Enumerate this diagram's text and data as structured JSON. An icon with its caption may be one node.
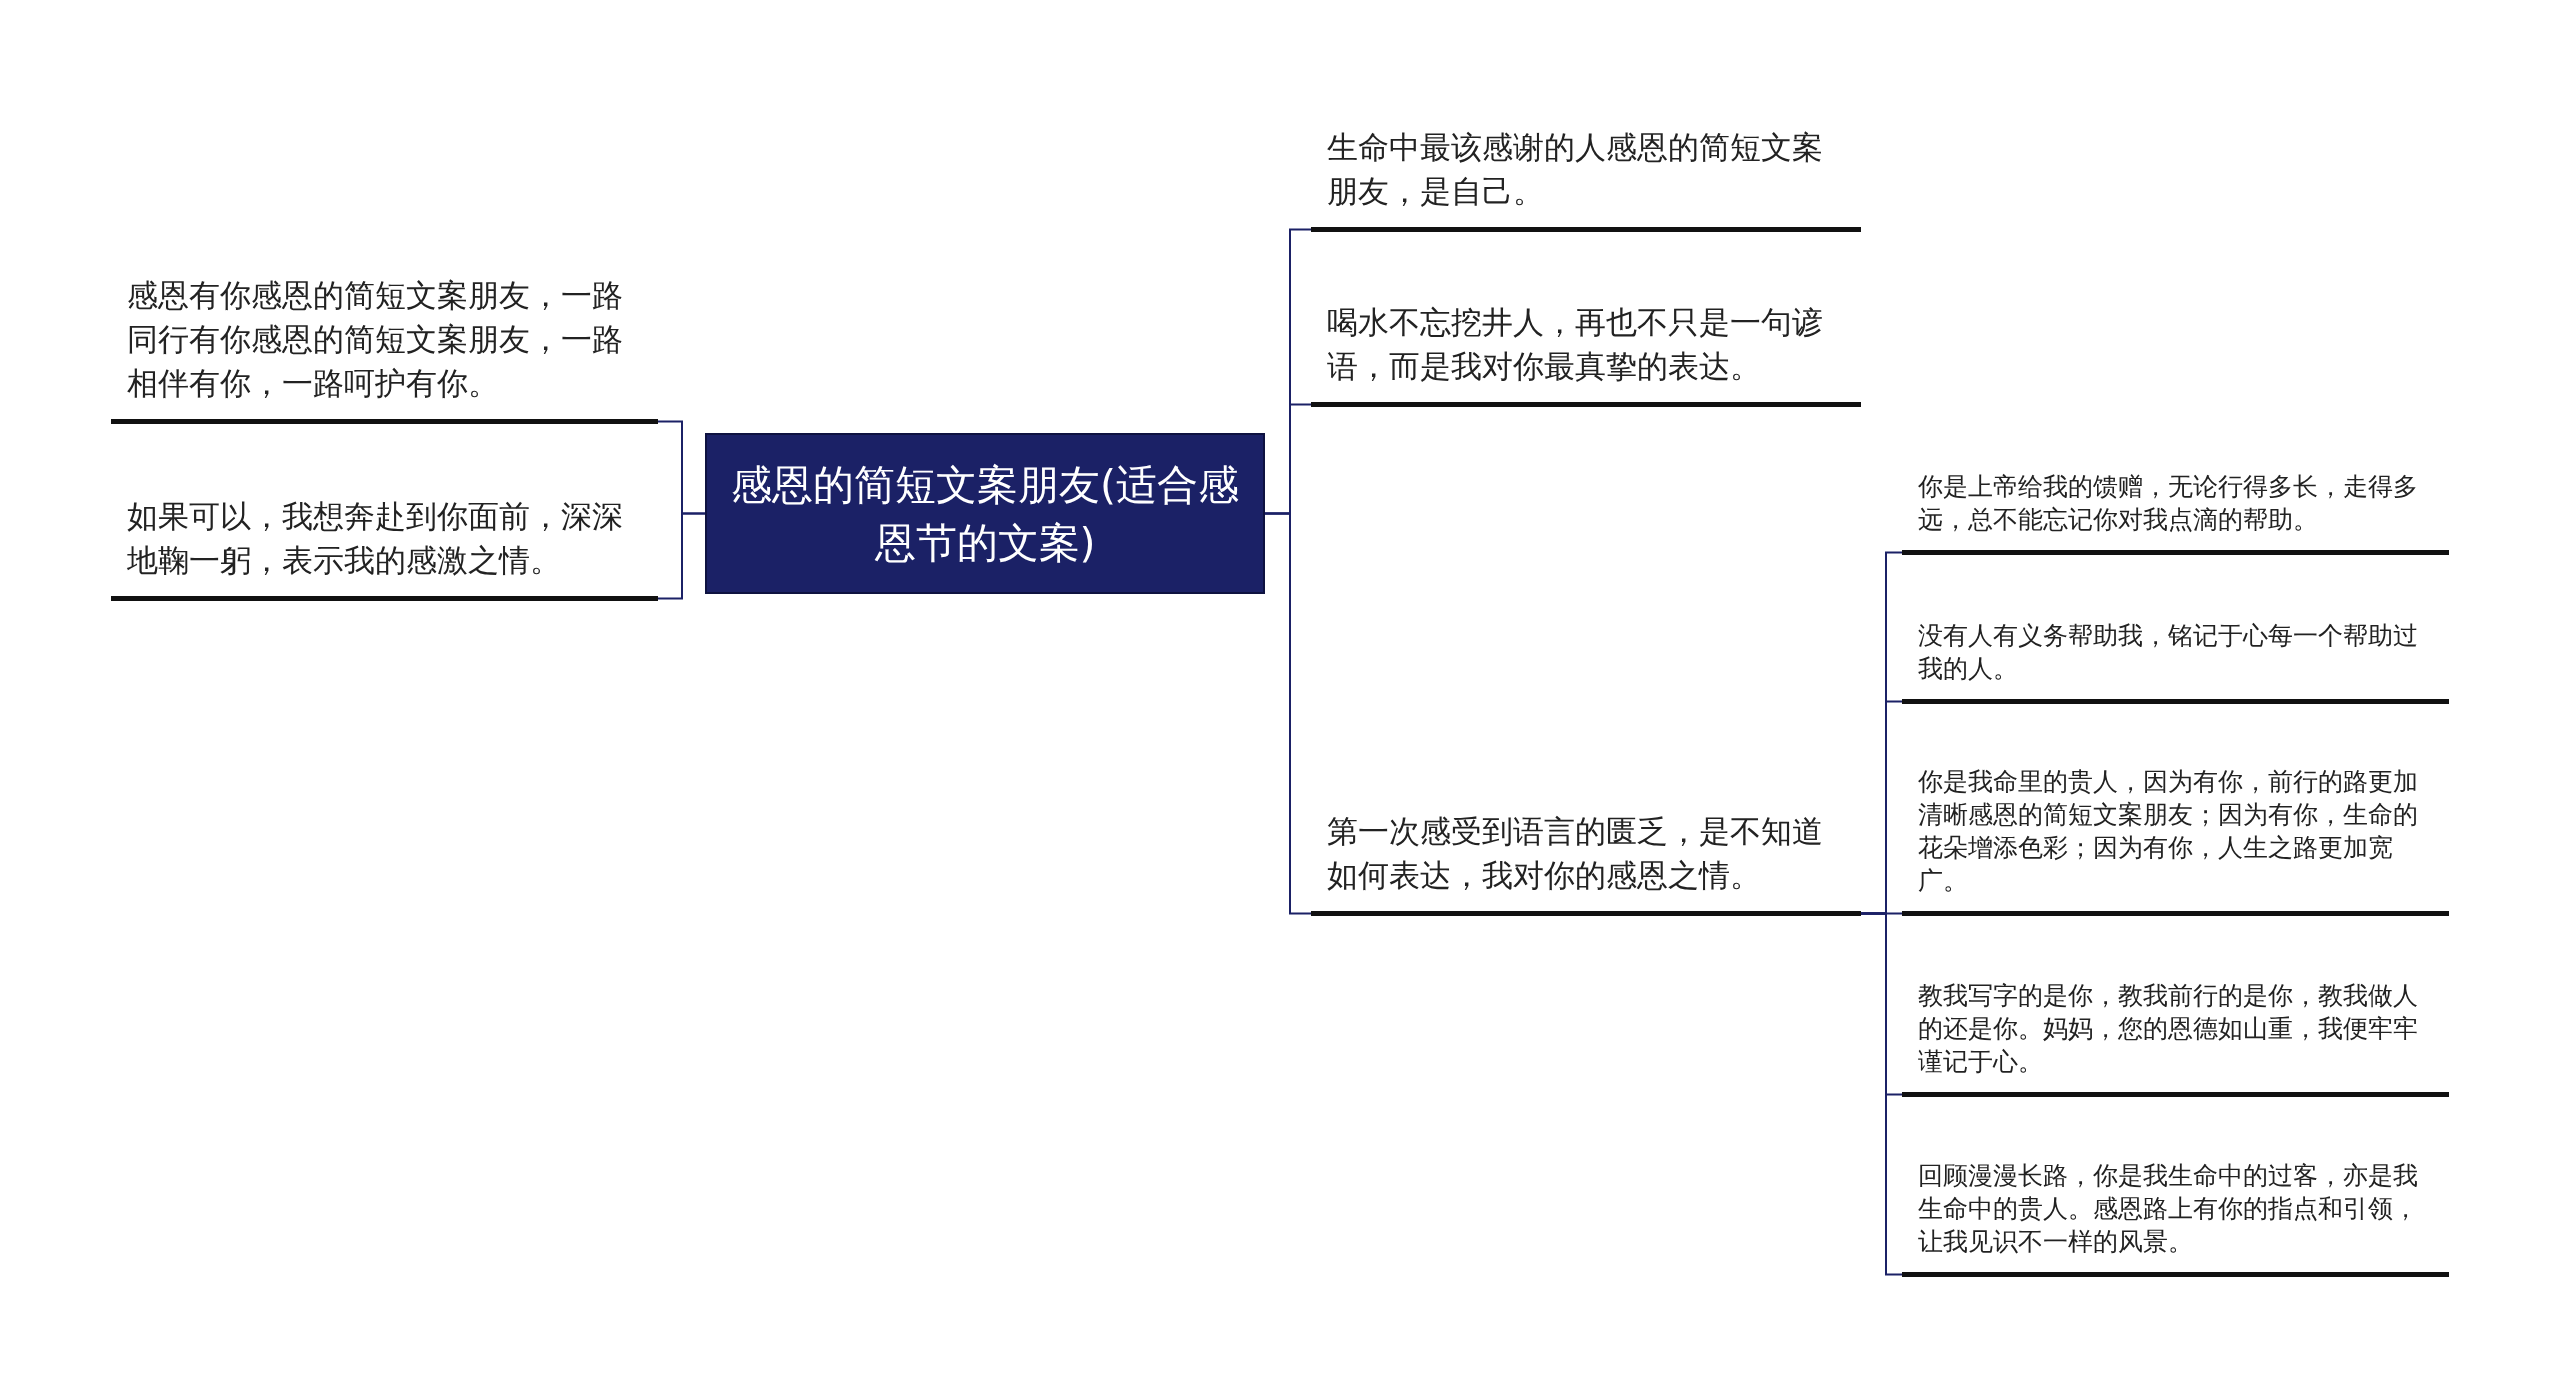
{
  "diagram": {
    "nodes": [
      {
        "text": [
          "感恩的简短文案朋友(适合感恩节的文案)"
        ]
      },
      {
        "text": [
          "感恩有你感恩的简短文案朋友，一路同行有你感恩的简短文案朋友，一路相伴有你，一路呵护有你。"
        ]
      },
      {
        "text": [
          "如果可以，我想奔赴到你面前，深深地鞠一躬，表示我的感激之情。"
        ]
      },
      {
        "text": [
          "生命中最该感谢的人感恩的简短文案朋友，是自己。"
        ]
      },
      {
        "text": [
          "喝水不忘挖井人，再也不只是一句谚语，而是我对你最真挚的表达。"
        ]
      },
      {
        "text": [
          "第一次感受到语言的匮乏，是不知道如何表达，我对你的感恩之情。"
        ]
      },
      {
        "text": [
          "你是上帝给我的馈赠，无论行得多长，走得多远，总不能忘记你对我点滴的帮助。"
        ]
      },
      {
        "text": [
          "没有人有义务帮助我，铭记于心每一个帮助过我的人。"
        ]
      },
      {
        "text": [
          "你是我命里的贵人，因为有你，前行的路更加清晰感恩的简短文案朋友；因为有你，生命的花朵增添色彩；因为有你，人生之路更加宽广。"
        ]
      },
      {
        "text": [
          "教我写字的是你，教我前行的是你，教我做人的还是你。妈妈，您的恩德如山重，我便牢牢谨记于心。"
        ]
      },
      {
        "text": [
          "回顾漫漫长路，你是我生命中的过客，亦是我生命中的贵人。感恩路上有你的指点和引领，让我见识不一样的风景。"
        ]
      }
    ],
    "edges": [
      {
        "from": 0,
        "to": 1,
        "arrow": "none"
      },
      {
        "from": 0,
        "to": 2,
        "arrow": "none"
      },
      {
        "from": 0,
        "to": 3,
        "arrow": "none"
      },
      {
        "from": 0,
        "to": 4,
        "arrow": "none"
      },
      {
        "from": 0,
        "to": 5,
        "arrow": "none"
      },
      {
        "from": 5,
        "to": 6,
        "arrow": "none"
      },
      {
        "from": 5,
        "to": 7,
        "arrow": "none"
      },
      {
        "from": 5,
        "to": 8,
        "arrow": "none"
      },
      {
        "from": 5,
        "to": 9,
        "arrow": "none"
      },
      {
        "from": 5,
        "to": 10,
        "arrow": "none"
      }
    ]
  }
}
